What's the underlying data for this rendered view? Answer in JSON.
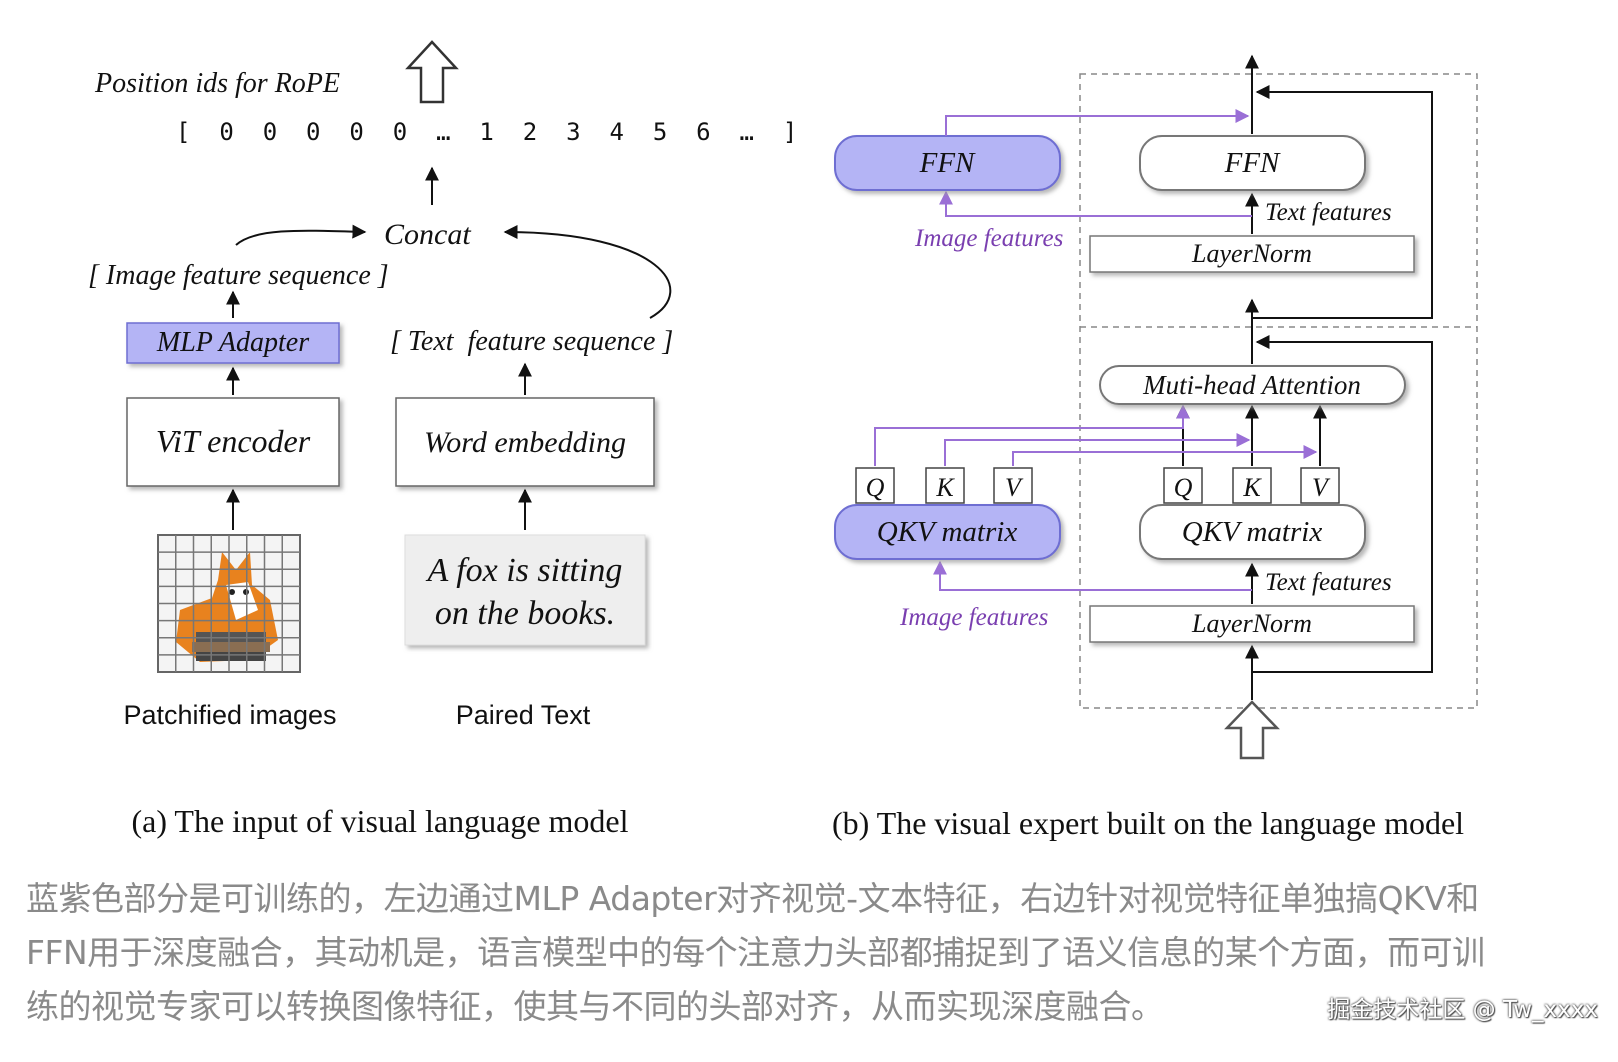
{
  "panel_a": {
    "rope_title": "Position ids for RoPE",
    "rope_ids": "[  0  0  0  0  0  …  1  2  3  4  5  6  …  ]",
    "concat": "Concat",
    "image_seq": "[ Image feature sequence ]",
    "text_seq": "[ Text  feature sequence ]",
    "mlp_adapter": "MLP Adapter",
    "vit_encoder": "ViT encoder",
    "word_embedding": "Word embedding",
    "paired_text_line1": "A fox is sitting",
    "paired_text_line2": "on the books.",
    "patch_label": "Patchified images",
    "paired_label": "Paired Text",
    "caption": "(a) The input of visual language model"
  },
  "panel_b": {
    "ffn_image": "FFN",
    "ffn_text": "FFN",
    "text_features_top": "Text features",
    "image_features_top": "Image features",
    "layernorm_top": "LayerNorm",
    "attention": "Muti-head Attention",
    "q_left": "Q",
    "k_left": "K",
    "v_left": "V",
    "q_right": "Q",
    "k_right": "K",
    "v_right": "V",
    "qkv_image": "QKV matrix",
    "qkv_text": "QKV matrix",
    "text_features_bottom": "Text features",
    "image_features_bottom": "Image features",
    "layernorm_bottom": "LayerNorm",
    "caption": "(b) The visual expert built on the language model"
  },
  "description": {
    "line1": "蓝紫色部分是可训练的，左边通过MLP Adapter对齐视觉-文本特征，右边针对视觉特征单独搞QKV和",
    "line2": "FFN用于深度融合，其动机是，语言模型中的每个注意力头部都捕捉到了语义信息的某个方面，而可训",
    "line3": "练的视觉专家可以转换图像特征，使其与不同的头部对齐，从而实现深度融合。"
  },
  "watermark": "掘金技术社区 @ Tw_xxxx",
  "colors": {
    "trainable_fill": "#b4b4f5",
    "trainable_stroke": "#6e6ed2",
    "purple_arrow": "#9a6fd6",
    "purple_text": "#7a3fb0",
    "fox_orange": "#e8821e"
  }
}
